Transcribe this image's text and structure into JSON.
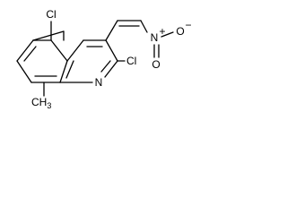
{
  "molecule": {
    "atoms": {
      "cl_top": "Cl",
      "n_ring": "N",
      "cl_right": "Cl",
      "ch3": "CH",
      "ch3_sub": "3",
      "nitro_n": "N",
      "nitro_plus": "+",
      "nitro_o_minus": "O",
      "nitro_minus": "−",
      "nitro_o_bottom": "O"
    }
  }
}
